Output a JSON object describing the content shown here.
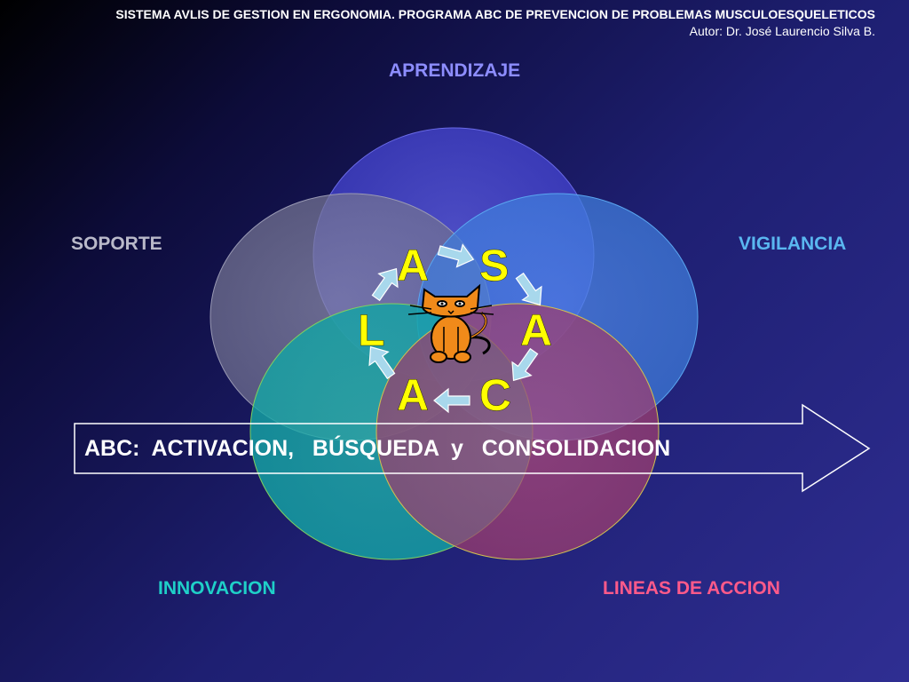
{
  "header": {
    "title": "SISTEMA AVLIS DE GESTION EN  ERGONOMIA. PROGRAMA ABC DE PREVENCION DE PROBLEMAS MUSCULOESQUELETICOS",
    "author": "Autor: Dr. José Laurencio Silva B."
  },
  "labels": {
    "aprendizaje": "APRENDIZAJE",
    "soporte": "SOPORTE",
    "vigilancia": "VIGILANCIA",
    "innovacion": "INNOVACION",
    "lineas": "LINEAS DE ACCION"
  },
  "letters": {
    "a_top": "A",
    "s": "S",
    "a_right": "A",
    "c": "C",
    "a_bottom": "A",
    "l": "L"
  },
  "abc_arrow": "ABC:  ACTIVACION,   BÚSQUEDA  y   CONSOLIDACION",
  "colors": {
    "aprendizaje": "#8d8dff",
    "soporte": "#b9b9c9",
    "vigilancia": "#5ab7f0",
    "innovacion": "#1fd0c8",
    "lineas": "#ff5a8a",
    "letters": "#ffff00"
  }
}
